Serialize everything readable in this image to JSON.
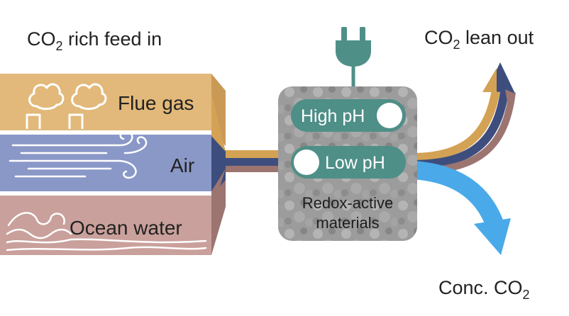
{
  "title_in": {
    "prefix": "CO",
    "sub": "2",
    "suffix": " rich feed in"
  },
  "title_out": {
    "prefix": "CO",
    "sub": "2",
    "suffix": " lean out"
  },
  "conc_out": {
    "prefix": "Conc. CO",
    "sub": "2"
  },
  "sources": [
    {
      "label": "Flue gas",
      "color": "#e2b97a",
      "icon": "factory-smoke-icon"
    },
    {
      "label": "Air",
      "color": "#8a98c8",
      "icon": "wind-icon"
    },
    {
      "label": "Ocean water",
      "color": "#c9a09b",
      "icon": "waves-icon"
    }
  ],
  "reactor": {
    "high_label": "High pH",
    "low_label": "Low pH",
    "caption_line1": "Redox-active",
    "caption_line2": "materials",
    "plug_icon": "plug-icon"
  },
  "colors": {
    "flue": "#d4a255",
    "air": "#3d4e7e",
    "ocean": "#9c7470",
    "teal": "#4e8f87",
    "conc": "#4aa9e8",
    "box": "#9a9a9a"
  }
}
